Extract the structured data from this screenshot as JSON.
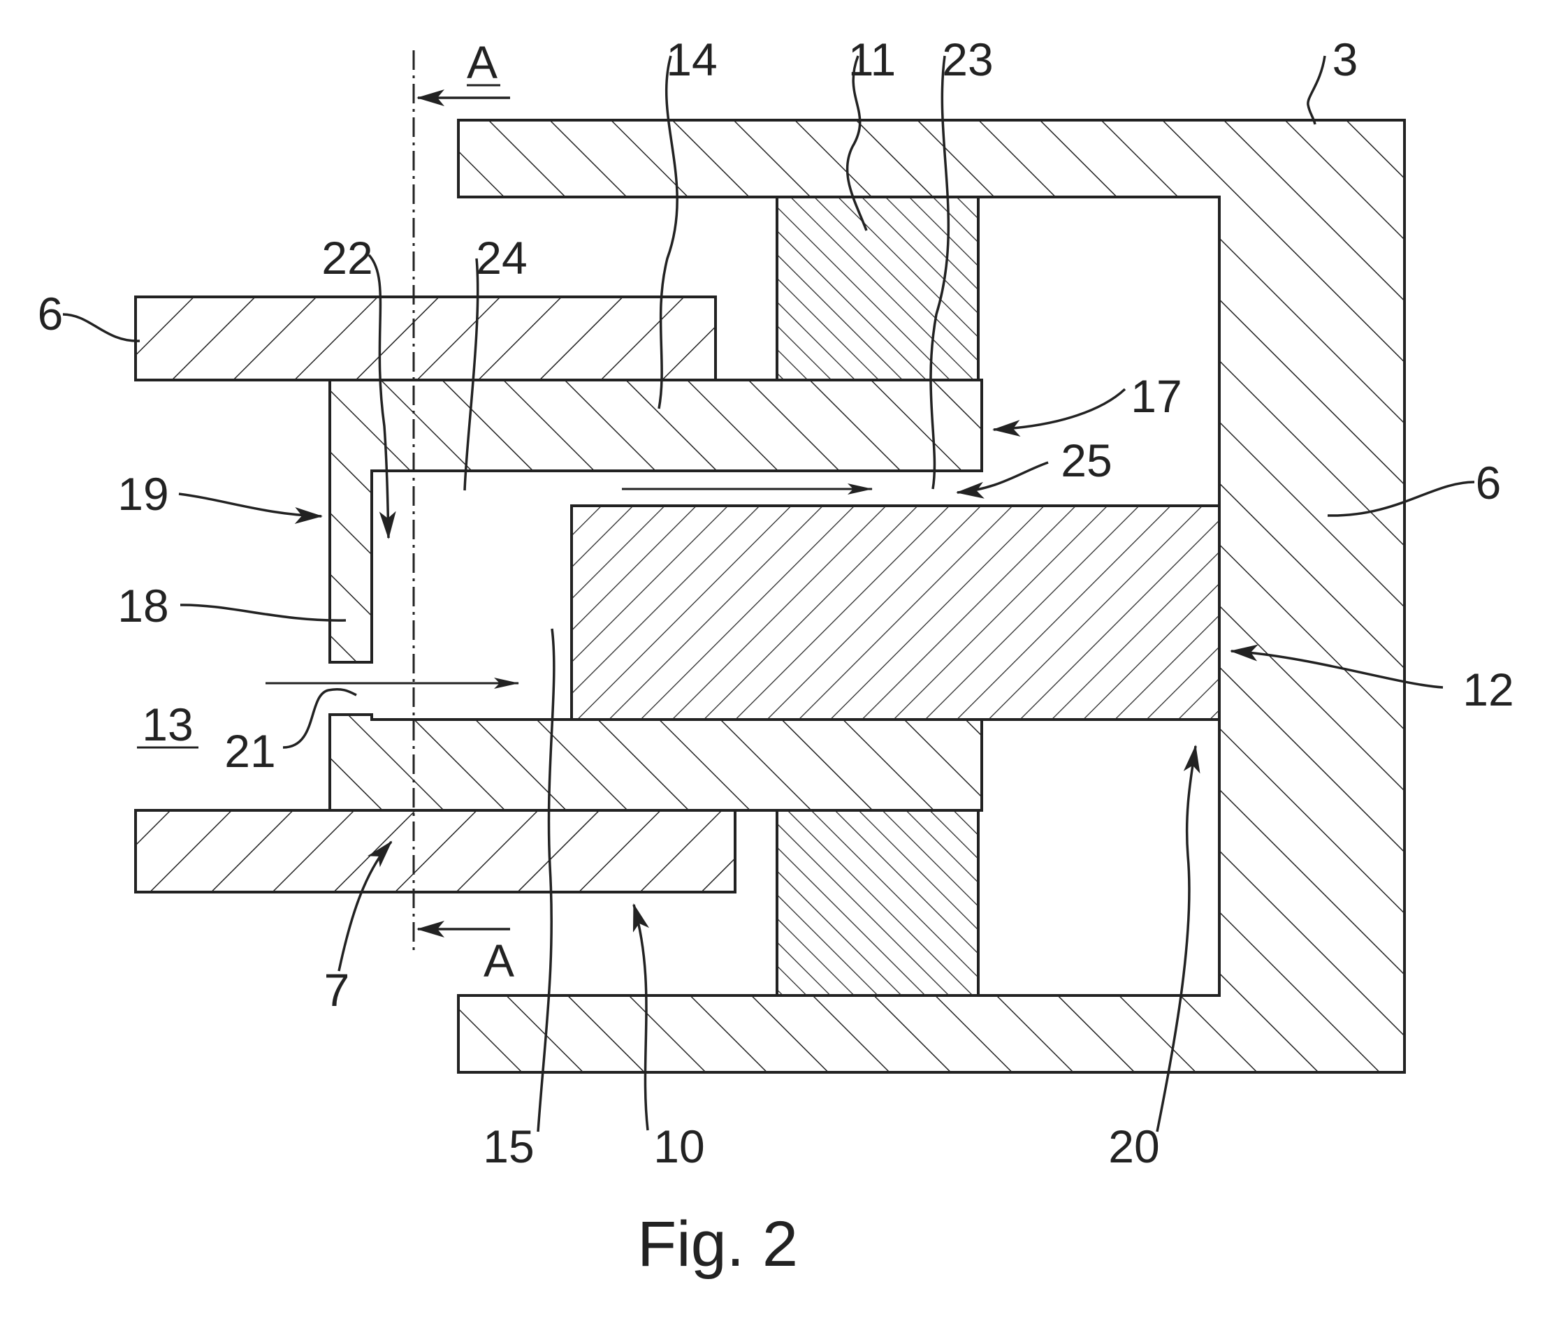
{
  "figure": {
    "caption": "Fig. 2",
    "section_marker": "A",
    "labels": [
      {
        "id": "3",
        "text": "3"
      },
      {
        "id": "6-left",
        "text": "6"
      },
      {
        "id": "6-right",
        "text": "6"
      },
      {
        "id": "7",
        "text": "7"
      },
      {
        "id": "10",
        "text": "10"
      },
      {
        "id": "11",
        "text": "11"
      },
      {
        "id": "12",
        "text": "12"
      },
      {
        "id": "13",
        "text": "13"
      },
      {
        "id": "14",
        "text": "14"
      },
      {
        "id": "15",
        "text": "15"
      },
      {
        "id": "17",
        "text": "17"
      },
      {
        "id": "18",
        "text": "18"
      },
      {
        "id": "19",
        "text": "19"
      },
      {
        "id": "20",
        "text": "20"
      },
      {
        "id": "21",
        "text": "21"
      },
      {
        "id": "22",
        "text": "22"
      },
      {
        "id": "23",
        "text": "23"
      },
      {
        "id": "24",
        "text": "24"
      },
      {
        "id": "25",
        "text": "25"
      }
    ]
  }
}
